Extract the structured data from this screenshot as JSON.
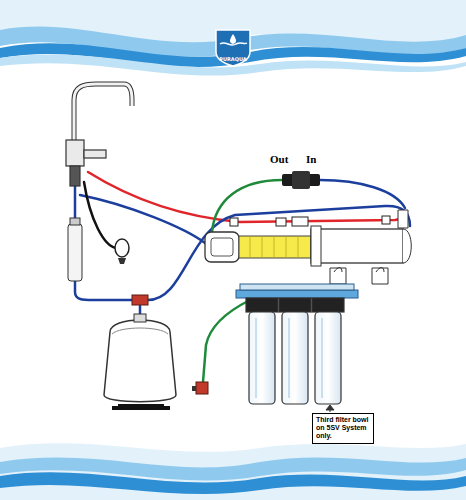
{
  "diagram": {
    "nodes": [
      {
        "text": [
          "Third filter bowl on 5SV System only."
        ]
      }
    ],
    "labels": [
      "PURAQUA",
      "Out",
      "In"
    ]
  }
}
